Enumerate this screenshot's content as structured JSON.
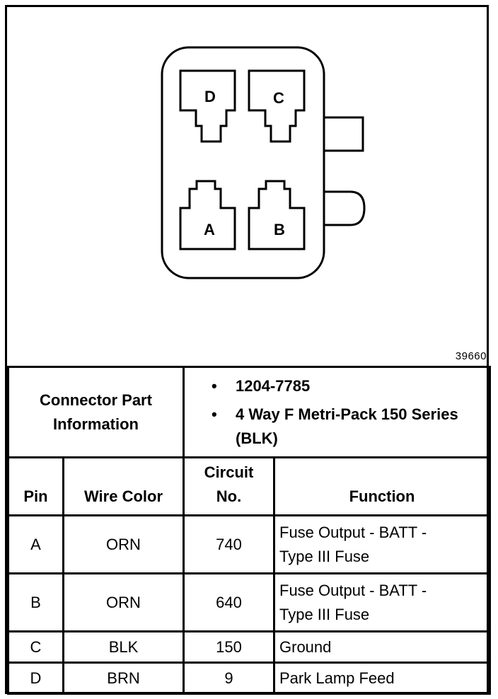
{
  "figure_number": "39660",
  "connector": {
    "pins": [
      {
        "label": "D"
      },
      {
        "label": "C"
      },
      {
        "label": "A"
      },
      {
        "label": "B"
      }
    ]
  },
  "connector_info": {
    "label": "Connector Part Information",
    "items": [
      "1204-7785",
      "4 Way F Metri-Pack 150 Series (BLK)"
    ]
  },
  "table": {
    "headers": {
      "pin": "Pin",
      "wire_color": "Wire Color",
      "circuit_no": "Circuit No.",
      "function": "Function"
    },
    "rows": [
      {
        "pin": "A",
        "wire_color": "ORN",
        "circuit": "740",
        "function": "Fuse Output - BATT - Type III Fuse"
      },
      {
        "pin": "B",
        "wire_color": "ORN",
        "circuit": "640",
        "function": "Fuse Output - BATT - Type III Fuse"
      },
      {
        "pin": "C",
        "wire_color": "BLK",
        "circuit": "150",
        "function": "Ground"
      },
      {
        "pin": "D",
        "wire_color": "BRN",
        "circuit": "9",
        "function": "Park Lamp Feed"
      }
    ]
  }
}
